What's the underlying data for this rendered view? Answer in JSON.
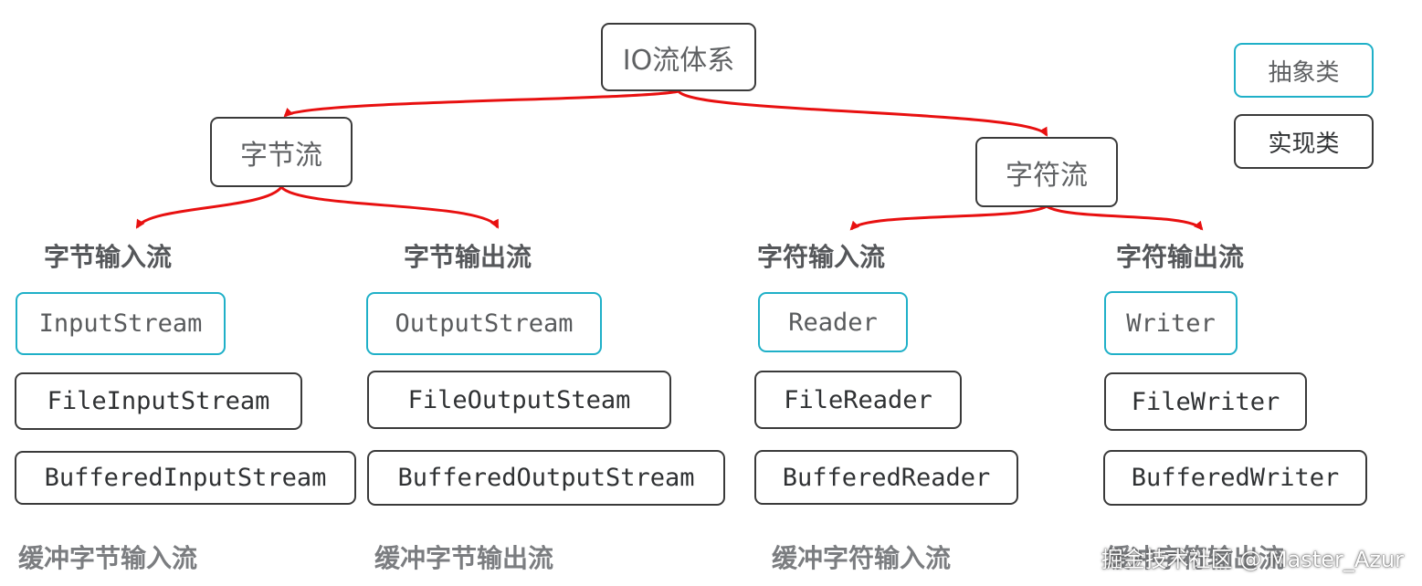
{
  "root": {
    "label": "IO流体系"
  },
  "legend": {
    "abstract_label": "抽象类",
    "concrete_label": "实现类"
  },
  "categories": [
    {
      "label": "字节流"
    },
    {
      "label": "字符流"
    }
  ],
  "columns": [
    {
      "heading": "字节输入流",
      "abstract_class": "InputStream",
      "file_class": "FileInputStream",
      "buffered_class": "BufferedInputStream",
      "caption": "缓冲字节输入流"
    },
    {
      "heading": "字节输出流",
      "abstract_class": "OutputStream",
      "file_class": "FileOutputSteam",
      "buffered_class": "BufferedOutputStream",
      "caption": "缓冲字节输出流"
    },
    {
      "heading": "字符输入流",
      "abstract_class": "Reader",
      "file_class": "FileReader",
      "buffered_class": "BufferedReader",
      "caption": "缓冲字符输入流"
    },
    {
      "heading": "字符输出流",
      "abstract_class": "Writer",
      "file_class": "FileWriter",
      "buffered_class": "BufferedWriter",
      "caption": "缓冲字符输出流"
    }
  ],
  "watermark": "掘金技术社区 @ Master_Azur",
  "colors": {
    "arrow": "#e81010",
    "abstract_border": "#1fb0c8",
    "concrete_border": "#3a3a3a"
  }
}
